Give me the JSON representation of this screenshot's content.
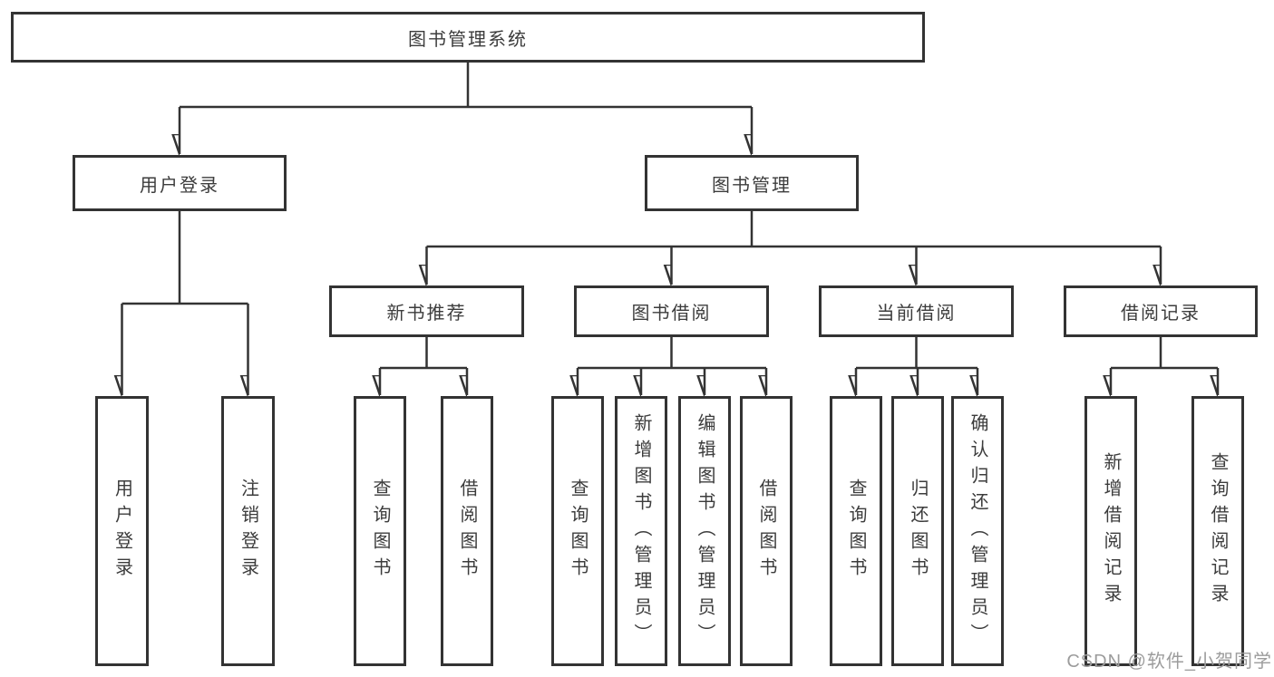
{
  "diagram": {
    "root": {
      "label": "图书管理系统"
    },
    "level2": [
      {
        "label": "用户登录"
      },
      {
        "label": "图书管理"
      }
    ],
    "level3": [
      {
        "label": "新书推荐"
      },
      {
        "label": "图书借阅"
      },
      {
        "label": "当前借阅"
      },
      {
        "label": "借阅记录"
      }
    ],
    "leaves": {
      "user_login": [
        {
          "label": "用户登录"
        },
        {
          "label": "注销登录"
        }
      ],
      "new_book_recommend": [
        {
          "label": "查询图书"
        },
        {
          "label": "借阅图书"
        }
      ],
      "book_borrow": [
        {
          "label": "查询图书"
        },
        {
          "label": "新增图书（管理员）"
        },
        {
          "label": "编辑图书（管理员）"
        },
        {
          "label": "借阅图书"
        }
      ],
      "current_borrow": [
        {
          "label": "查询图书"
        },
        {
          "label": "归还图书"
        },
        {
          "label": "确认归还（管理员）"
        }
      ],
      "borrow_records": [
        {
          "label": "新增借阅记录"
        },
        {
          "label": "查询借阅记录"
        }
      ]
    }
  },
  "watermark": {
    "text": "CSDN @软件_小贺同学"
  },
  "colors": {
    "line": "#333333",
    "border": "#333333",
    "text": "#3c3c3c",
    "watermark": "#9c9c9c",
    "background": "#ffffff"
  }
}
